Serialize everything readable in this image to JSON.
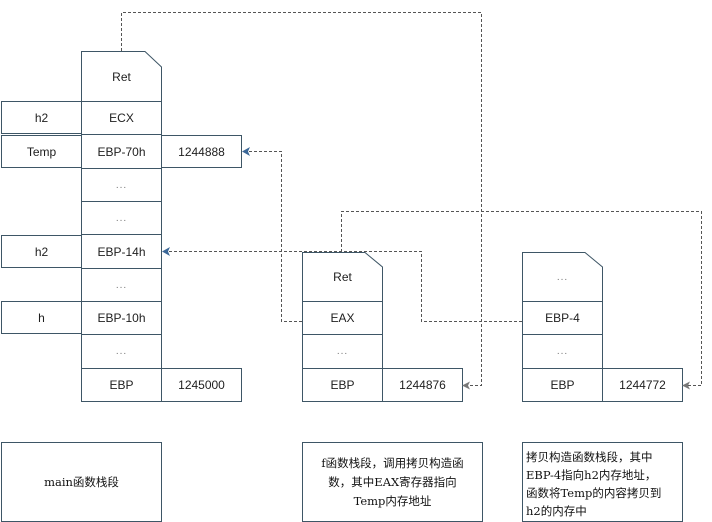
{
  "colors": {
    "box_border": "#3e5666",
    "arrow_blue": "#3b6797",
    "arrow_gray": "#777777",
    "dashed_line": "#555555"
  },
  "main_stack": {
    "cells": [
      "Ret",
      "ECX",
      "EBP-70h",
      "...",
      "...",
      "EBP-14h",
      "...",
      "EBP-10h",
      "...",
      "EBP"
    ],
    "labels": {
      "ecx": "h2",
      "ebp_70h": "Temp",
      "ebp_14h": "h2",
      "ebp_10h": "h"
    },
    "values": {
      "ebp_70h": "1244888",
      "ebp": "1245000"
    },
    "caption": "main函数栈段"
  },
  "f_stack": {
    "cells": [
      "Ret",
      "EAX",
      "...",
      "EBP"
    ],
    "values": {
      "ebp": "1244876"
    },
    "caption_lines": [
      "f函数栈段，调用拷贝构造函",
      "数，其中EAX寄存器指向",
      "Temp内存地址"
    ]
  },
  "copy_ctor_stack": {
    "cells": [
      "...",
      "EBP-4",
      "...",
      "EBP"
    ],
    "values": {
      "ebp": "1244772"
    },
    "caption_lines": [
      "拷贝构造函数栈段，其中",
      "EBP-4指向h2内存地址，",
      "函数将Temp的内容拷贝到",
      "h2的内存中"
    ]
  },
  "connectors": [
    {
      "from": "main_stack.Ret",
      "to": "f_stack.EBP value 1244876",
      "color": "gray"
    },
    {
      "from": "f_stack.EAX",
      "to": "main_stack.EBP-70h value 1244888",
      "color": "blue"
    },
    {
      "from": "f_stack.Ret",
      "to": "copy_ctor_stack.EBP value 1244772",
      "color": "gray"
    },
    {
      "from": "copy_ctor_stack.EBP-4",
      "to": "main_stack.EBP-14h",
      "color": "blue"
    }
  ]
}
